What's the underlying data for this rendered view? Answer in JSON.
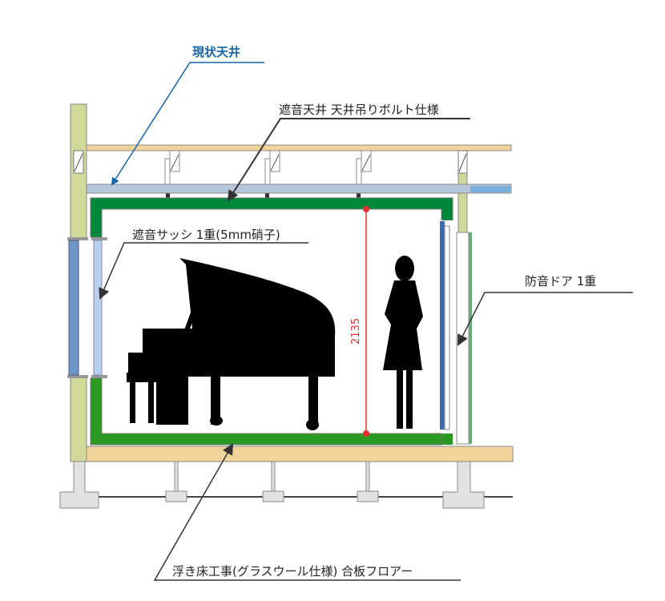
{
  "labels": {
    "current_ceiling": "現状天井",
    "soundproof_ceiling": "遮音天井 天井吊りボルト仕様",
    "soundproof_sash": "遮音サッシ 1重(5mm硝子)",
    "soundproof_door": "防音ドア 1重",
    "floating_floor": "浮き床工事(グラスウール仕様) 合板フロアー"
  },
  "dimension": "2135",
  "colors": {
    "room_frame": "#00883a",
    "floor_frame": "#2a9a22",
    "beam": "#f0d49a",
    "ceiling_board": "#b6c7dc",
    "column": "#d0d99a",
    "dimension_line": "#e53030",
    "current_ceiling_label": "#1565a8"
  }
}
